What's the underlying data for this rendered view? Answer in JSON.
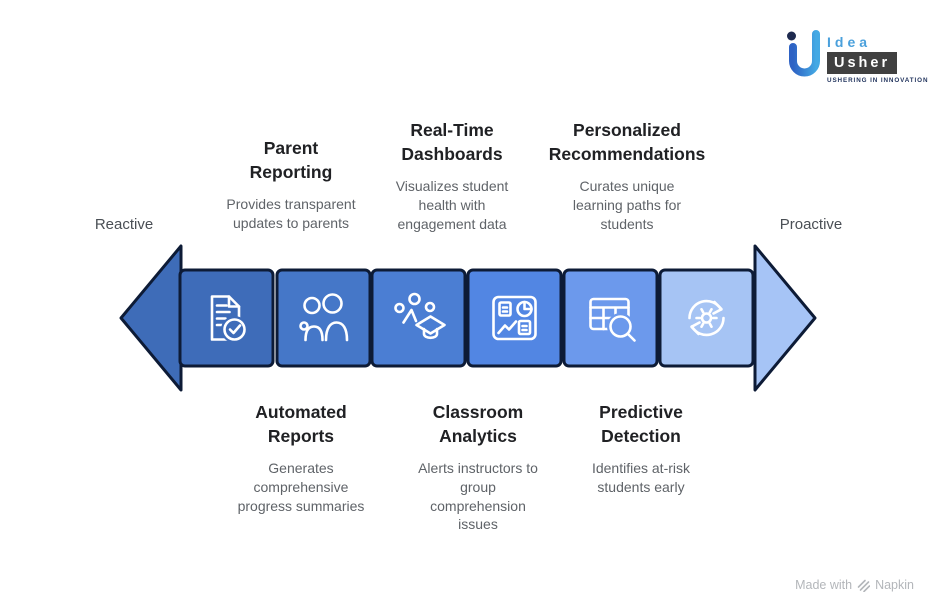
{
  "logo": {
    "idea": "Idea",
    "usher": "Usher",
    "tagline": "USHERING IN INNOVATION"
  },
  "axis": {
    "left": "Reactive",
    "right": "Proactive"
  },
  "top_features": [
    {
      "title": "Parent\nReporting",
      "description": "Provides transparent\nupdates to parents"
    },
    {
      "title": "Real-Time\nDashboards",
      "description": "Visualizes student\nhealth with\nengagement data"
    },
    {
      "title": "Personalized\nRecommendations",
      "description": "Curates unique\nlearning paths for\nstudents"
    }
  ],
  "bottom_features": [
    {
      "title": "Automated\nReports",
      "description": "Generates\ncomprehensive\nprogress summaries"
    },
    {
      "title": "Classroom\nAnalytics",
      "description": "Alerts instructors to\ngroup\ncomprehension\nissues"
    },
    {
      "title": "Predictive\nDetection",
      "description": "Identifies at-risk\nstudents early"
    }
  ],
  "arrow": {
    "outline": "#0d1b36",
    "left_head_color": "#3e6cb8",
    "right_head_color": "#a6c4f6",
    "segments": [
      {
        "icon": "document-check-icon",
        "color": "#3e6cb9"
      },
      {
        "icon": "family-icon",
        "color": "#4577c8"
      },
      {
        "icon": "graduation-scatter-icon",
        "color": "#4b7ed3"
      },
      {
        "icon": "dashboard-charts-icon",
        "color": "#5286e3"
      },
      {
        "icon": "table-search-icon",
        "color": "#6c99ec"
      },
      {
        "icon": "sync-gear-icon",
        "color": "#a6c4f4"
      }
    ]
  },
  "colors": {
    "title_text": "#202124",
    "description_text": "#5f6368",
    "endpoint_text": "#4a4f55"
  },
  "footer": {
    "made_with": "Made with",
    "brand": "Napkin"
  }
}
